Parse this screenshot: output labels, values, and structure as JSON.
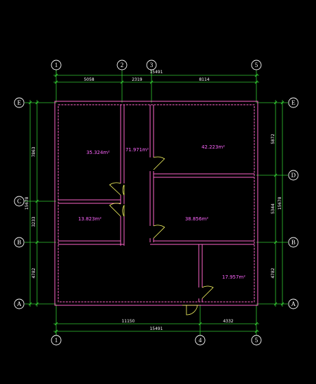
{
  "axes": {
    "top": [
      "1",
      "2",
      "3",
      "5"
    ],
    "bottom": [
      "1",
      "4",
      "5"
    ],
    "left": [
      "E",
      "C",
      "B",
      "A"
    ],
    "right": [
      "E",
      "D",
      "B",
      "A"
    ]
  },
  "dims": {
    "top_total": "15491",
    "top_a": "5058",
    "top_b": "2319",
    "top_c": "8114",
    "bottom_a": "11150",
    "bottom_b": "4332",
    "bottom_total": "15491",
    "left_a": "7863",
    "left_b": "3233",
    "left_c": "4782",
    "left_total": "15678",
    "right_a": "5872",
    "right_b": "5344",
    "right_c": "4782",
    "right_total": "15678"
  },
  "areas": {
    "room_1": "35.324m²",
    "room_2": "71.971m²",
    "room_3": "42.223m²",
    "room_4": "13.823m²",
    "room_5": "38.856m²",
    "room_6": "17.957m²"
  },
  "colors": {
    "background": "#000000",
    "wall": "#ff66cc",
    "dimension": "#33cc33",
    "text": "#ffffff",
    "door": "#ffff66"
  }
}
